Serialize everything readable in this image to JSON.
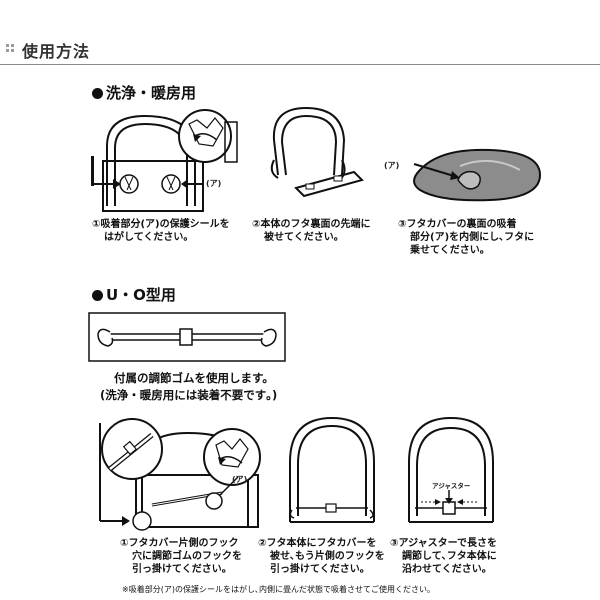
{
  "header": {
    "title": "使用方法",
    "dots_icon": "grid-dots-icon"
  },
  "section1": {
    "title": "洗浄・暖房用",
    "steps": [
      {
        "line1": "①吸着部分(ア)の保護シールを",
        "line2": "はがしてください。"
      },
      {
        "line1": "②本体のフタ裏面の先端に",
        "line2": "被せてください。"
      },
      {
        "line1": "③フタカバーの裏面の吸着",
        "line2": "部分(ア)を内側にし､フタに",
        "line3": "乗せてください。"
      }
    ],
    "label_a": "(ア)"
  },
  "section2": {
    "title": "U・O型用",
    "note_line1": "付属の調節ゴムを使用します。",
    "note_line2": "(洗浄・暖房用には装着不要です｡)",
    "adjuster_label": "アジャスター",
    "label_a": "(ア)",
    "steps": [
      {
        "line1": "①フタカバー片側のフック",
        "line2": "穴に調節ゴムのフックを",
        "line3": "引っ掛けてください。"
      },
      {
        "line1": "②フタ本体にフタカバーを",
        "line2": "被せ､もう片側のフックを",
        "line3": "引っ掛けてください。"
      },
      {
        "line1": "③アジャスターで長さを",
        "line2": "調節して､フタ本体に",
        "line3": "沿わせてください。"
      }
    ]
  },
  "footnote": "※吸着部分(ア)の保護シールをはがし､内側に畳んだ状態で吸着させてご使用ください｡"
}
